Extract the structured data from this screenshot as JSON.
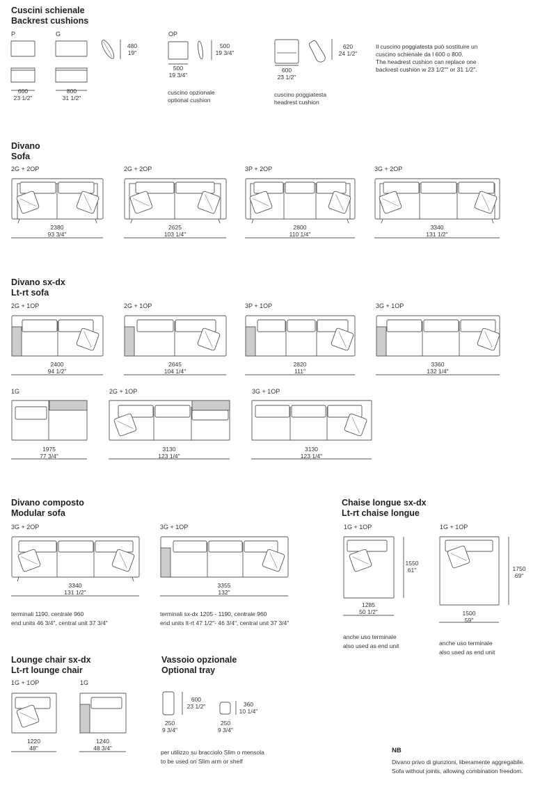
{
  "backrest": {
    "title_it": "Cuscini schienale",
    "title_en": "Backrest cushions",
    "label_p": "P",
    "label_g": "G",
    "label_op": "OP",
    "h480": "480",
    "h480_in": "19\"",
    "h500": "500",
    "h500_in": "19 3/4\"",
    "w500": "500",
    "w500_in": "19 3/4\"",
    "w600": "600",
    "w600_in": "23 1/2\"",
    "w800": "800",
    "w800_in": "31 1/2\"",
    "optional_it": "cuscino opzionale",
    "optional_en": "optional cushion",
    "h620": "620",
    "h620_in": "24 1/2\"",
    "hw600": "600",
    "hw600_in": "23 1/2\"",
    "headrest_it": "cuscino poggiatesta",
    "headrest_en": "headrest cushion",
    "note_it_1": "Il cuscino poggiatesta può sostituire un",
    "note_it_2": "cuscino schienale da l 600 o 800.",
    "note_en_1": "The headrest cushion can replace one",
    "note_en_2": "backrest cushion w 23 1/2\"\" or 31 1/2\"."
  },
  "sofa": {
    "title_it": "Divano",
    "title_en": "Sofa",
    "items": [
      {
        "config": "2G + 2OP",
        "mm": "2380",
        "in": "93 3/4\""
      },
      {
        "config": "2G + 2OP",
        "mm": "2625",
        "in": "103 1/4\""
      },
      {
        "config": "3P + 2OP",
        "mm": "2800",
        "in": "110 1/4\""
      },
      {
        "config": "3G + 2OP",
        "mm": "3340",
        "in": "131 1/2\""
      }
    ]
  },
  "ltrt_sofa": {
    "title_it": "Divano sx-dx",
    "title_en": "Lt-rt sofa",
    "items": [
      {
        "config": "2G + 1OP",
        "mm": "2400",
        "in": "94 1/2\""
      },
      {
        "config": "2G + 1OP",
        "mm": "2645",
        "in": "104 1/4\""
      },
      {
        "config": "3P + 1OP",
        "mm": "2820",
        "in": "111\""
      },
      {
        "config": "3G + 1OP",
        "mm": "3360",
        "in": "132 1/4\""
      },
      {
        "config": "1G",
        "mm": "1975",
        "in": "77 3/4\""
      },
      {
        "config": "2G + 1OP",
        "mm": "3130",
        "in": "123 1/4\""
      },
      {
        "config": "3G + 1OP",
        "mm": "3130",
        "in": "123 1/4\""
      }
    ]
  },
  "modular": {
    "title_it": "Divano composto",
    "title_en": "Modular sofa",
    "items": [
      {
        "config": "3G + 2OP",
        "mm": "3340",
        "in": "131 1/2\"",
        "note_it": "terminali 1190, centrale 960",
        "note_en": "end units 46 3/4\", central unit 37 3/4\""
      },
      {
        "config": "3G + 1OP",
        "mm": "3355",
        "in": "132\"",
        "note_it": "terminali sx-dx 1205 - 1190, centrale 960",
        "note_en": "end units lt-rt 47 1/2\"- 46 3/4\", central unit 37 3/4\""
      }
    ]
  },
  "chaise": {
    "title_it": "Chaise longue sx-dx",
    "title_en": "Lt-rt chaise longue",
    "items": [
      {
        "config": "1G + 1OP",
        "w_mm": "1285",
        "w_in": "50 1/2\"",
        "d_mm": "1550",
        "d_in": "61\"",
        "note_it": "anche uso terminale",
        "note_en": "also used as end unit"
      },
      {
        "config": "1G + 1OP",
        "w_mm": "1500",
        "w_in": "59\"",
        "d_mm": "1750",
        "d_in": "69\"",
        "note_it": "anche uso terminale",
        "note_en": "also used as end unit"
      }
    ]
  },
  "lounge": {
    "title_it": "Lounge chair sx-dx",
    "title_en": "Lt-rt lounge chair",
    "items": [
      {
        "config": "1G + 1OP",
        "mm": "1220",
        "in": "48\""
      },
      {
        "config": "1G",
        "mm": "1240",
        "in": "48 3/4\""
      }
    ]
  },
  "tray": {
    "title_it": "Vassoio opzionale",
    "title_en": "Optional tray",
    "a_h": "600",
    "a_h_in": "23 1/2\"",
    "a_w": "250",
    "a_w_in": "9 3/4\"",
    "b_h": "360",
    "b_h_in": "10 1/4\"",
    "b_w": "250",
    "b_w_in": "9 3/4\"",
    "note_it": "per utilizzo su bracciolo Slim o mensola",
    "note_en": "to be used on Slim arm or shelf"
  },
  "nb": {
    "title": "NB",
    "line_it": "Divano privo di giunzioni, liberamente aggregabile.",
    "line_en": "Sofa without joints, allowing combination freedom."
  }
}
